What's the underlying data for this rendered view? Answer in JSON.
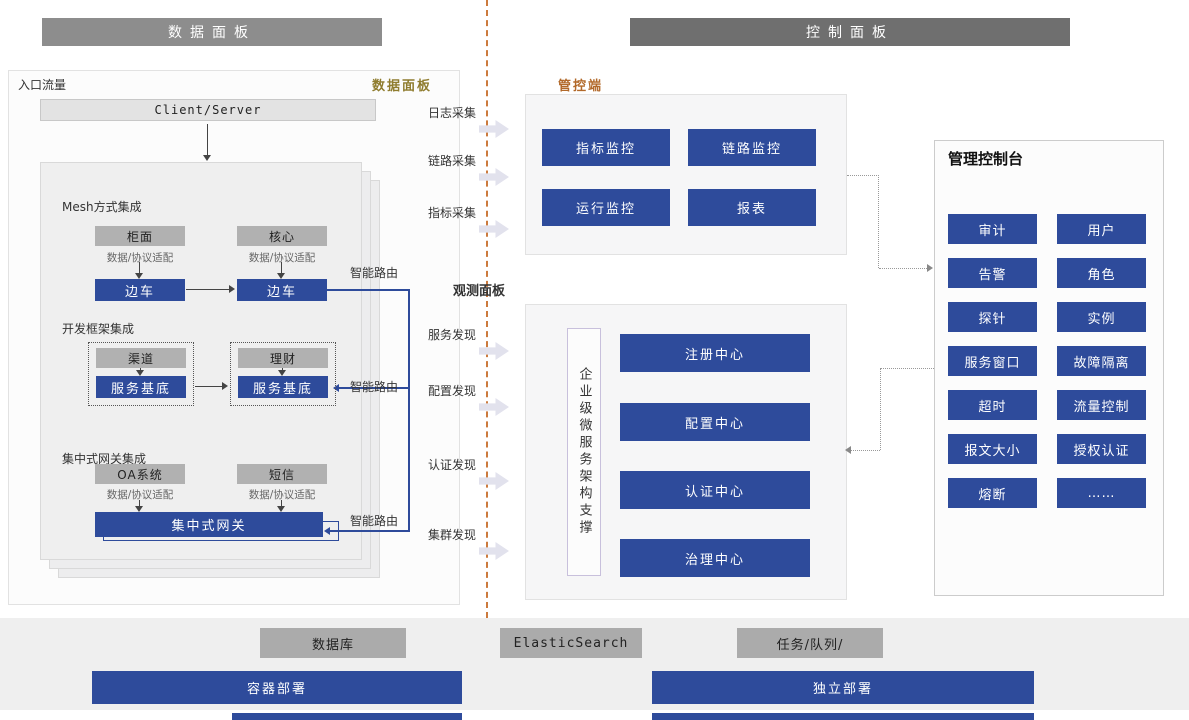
{
  "headers": {
    "data_panel": "数据面板",
    "control_panel": "控制面板"
  },
  "left": {
    "entry_label": "入口流量",
    "panel_label": "数据面板",
    "client_server": "Client/Server",
    "adapter_label": "数据/协议适配",
    "mesh": {
      "title": "Mesh方式集成",
      "top_left": "柜面",
      "top_right": "核心",
      "sidecar_left": "边车",
      "sidecar_right": "边车",
      "route_label": "智能路由"
    },
    "framework": {
      "title": "开发框架集成",
      "group_left": {
        "top": "渠道",
        "bottom": "服务基底"
      },
      "group_right": {
        "top": "理财",
        "bottom": "服务基底"
      },
      "route_label": "智能路由"
    },
    "gateway": {
      "title": "集中式网关集成",
      "top_left": "OA系统",
      "top_right": "短信",
      "gateway_box": "集中式网关",
      "route_label": "智能路由"
    }
  },
  "middle": {
    "log_collect": "日志采集",
    "trace_collect": "链路采集",
    "metric_collect": "指标采集",
    "observe_panel": "观测面板",
    "service_discovery": "服务发现",
    "config_discovery": "配置发现",
    "auth_discovery": "认证发现",
    "cluster_discovery": "集群发现"
  },
  "control": {
    "monitor_label": "管控端",
    "monitor_buttons": [
      "指标监控",
      "链路监控",
      "运行监控",
      "报表"
    ],
    "microservice_vertical": "企业级微服务架构支撑",
    "center_buttons": [
      "注册中心",
      "配置中心",
      "认证中心",
      "治理中心"
    ],
    "console": {
      "title": "管理控制台",
      "buttons": [
        "审计",
        "用户",
        "告警",
        "角色",
        "探针",
        "实例",
        "服务窗口",
        "故障隔离",
        "超时",
        "流量控制",
        "报文大小",
        "授权认证",
        "熔断",
        "……"
      ]
    }
  },
  "bottom": {
    "database": "数据库",
    "elasticsearch": "ElasticSearch",
    "task_queue": "任务/队列/",
    "container_deploy": "容器部署",
    "standalone_deploy": "独立部署"
  },
  "colors": {
    "blue": "#2e4b9b",
    "gray_box": "#b1b1b1",
    "divider_orange": "#cc7a3d",
    "gold_label": "#8f7c2e",
    "orange_label": "#b2692a"
  }
}
